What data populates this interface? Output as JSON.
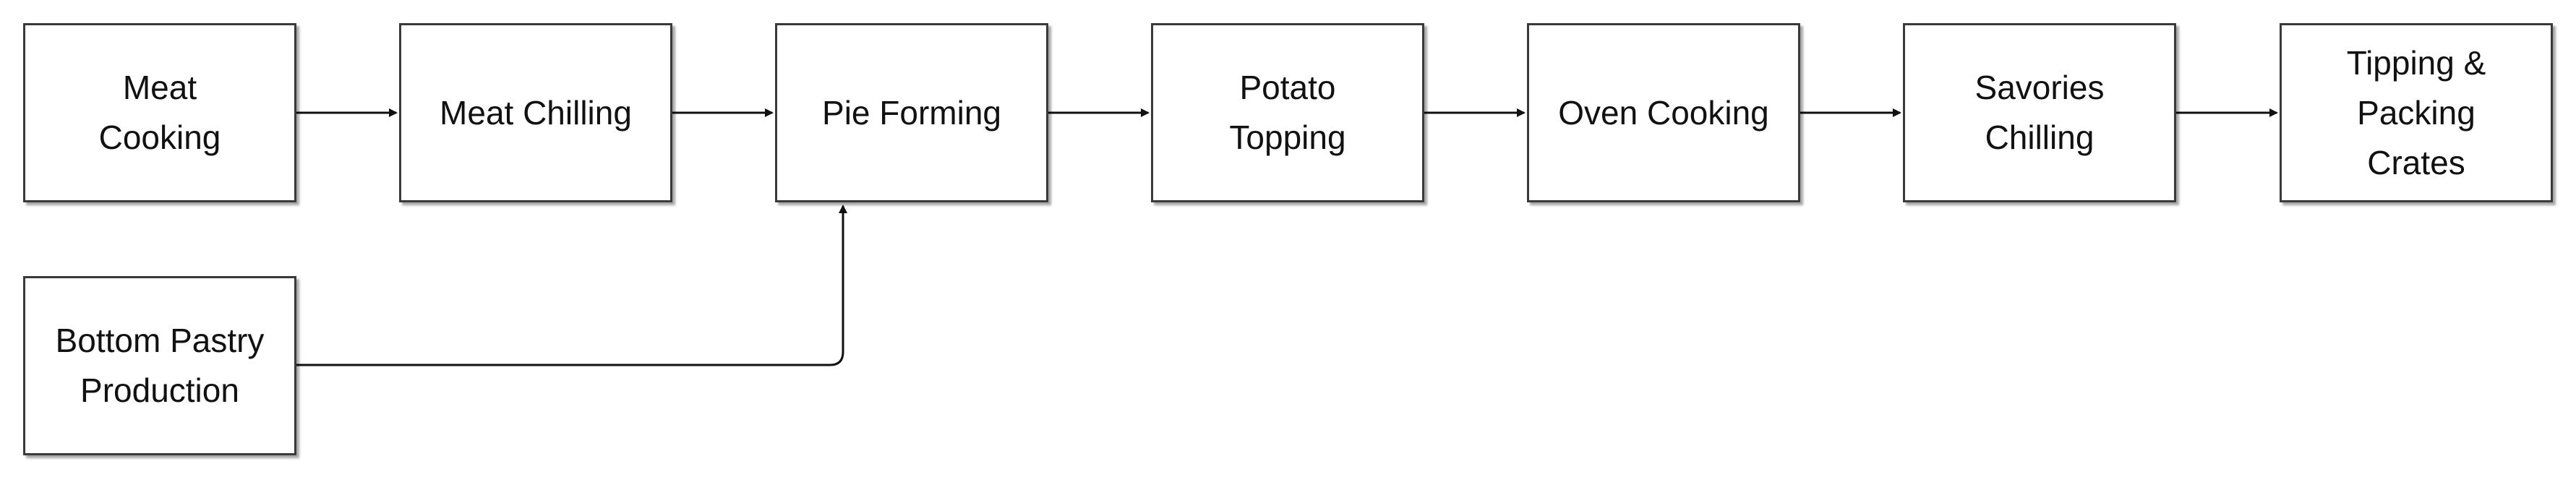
{
  "diagram": {
    "nodes": [
      {
        "id": "meat-cooking",
        "label": "Meat\nCooking"
      },
      {
        "id": "meat-chilling",
        "label": "Meat Chilling"
      },
      {
        "id": "pie-forming",
        "label": "Pie Forming"
      },
      {
        "id": "potato-topping",
        "label": "Potato\nTopping"
      },
      {
        "id": "oven-cooking",
        "label": "Oven Cooking"
      },
      {
        "id": "savories-chilling",
        "label": "Savories\nChilling"
      },
      {
        "id": "tipping-packing-crates",
        "label": "Tipping &\nPacking\nCrates"
      },
      {
        "id": "bottom-pastry-production",
        "label": "Bottom Pastry\nProduction"
      }
    ],
    "edges": [
      {
        "from": "meat-cooking",
        "to": "meat-chilling"
      },
      {
        "from": "meat-chilling",
        "to": "pie-forming"
      },
      {
        "from": "pie-forming",
        "to": "potato-topping"
      },
      {
        "from": "potato-topping",
        "to": "oven-cooking"
      },
      {
        "from": "oven-cooking",
        "to": "savories-chilling"
      },
      {
        "from": "savories-chilling",
        "to": "tipping-packing-crates"
      },
      {
        "from": "bottom-pastry-production",
        "to": "pie-forming"
      }
    ],
    "colors": {
      "line": "#111111",
      "border": "#3a3a3a",
      "fill": "#ffffff",
      "text": "#111111"
    }
  }
}
